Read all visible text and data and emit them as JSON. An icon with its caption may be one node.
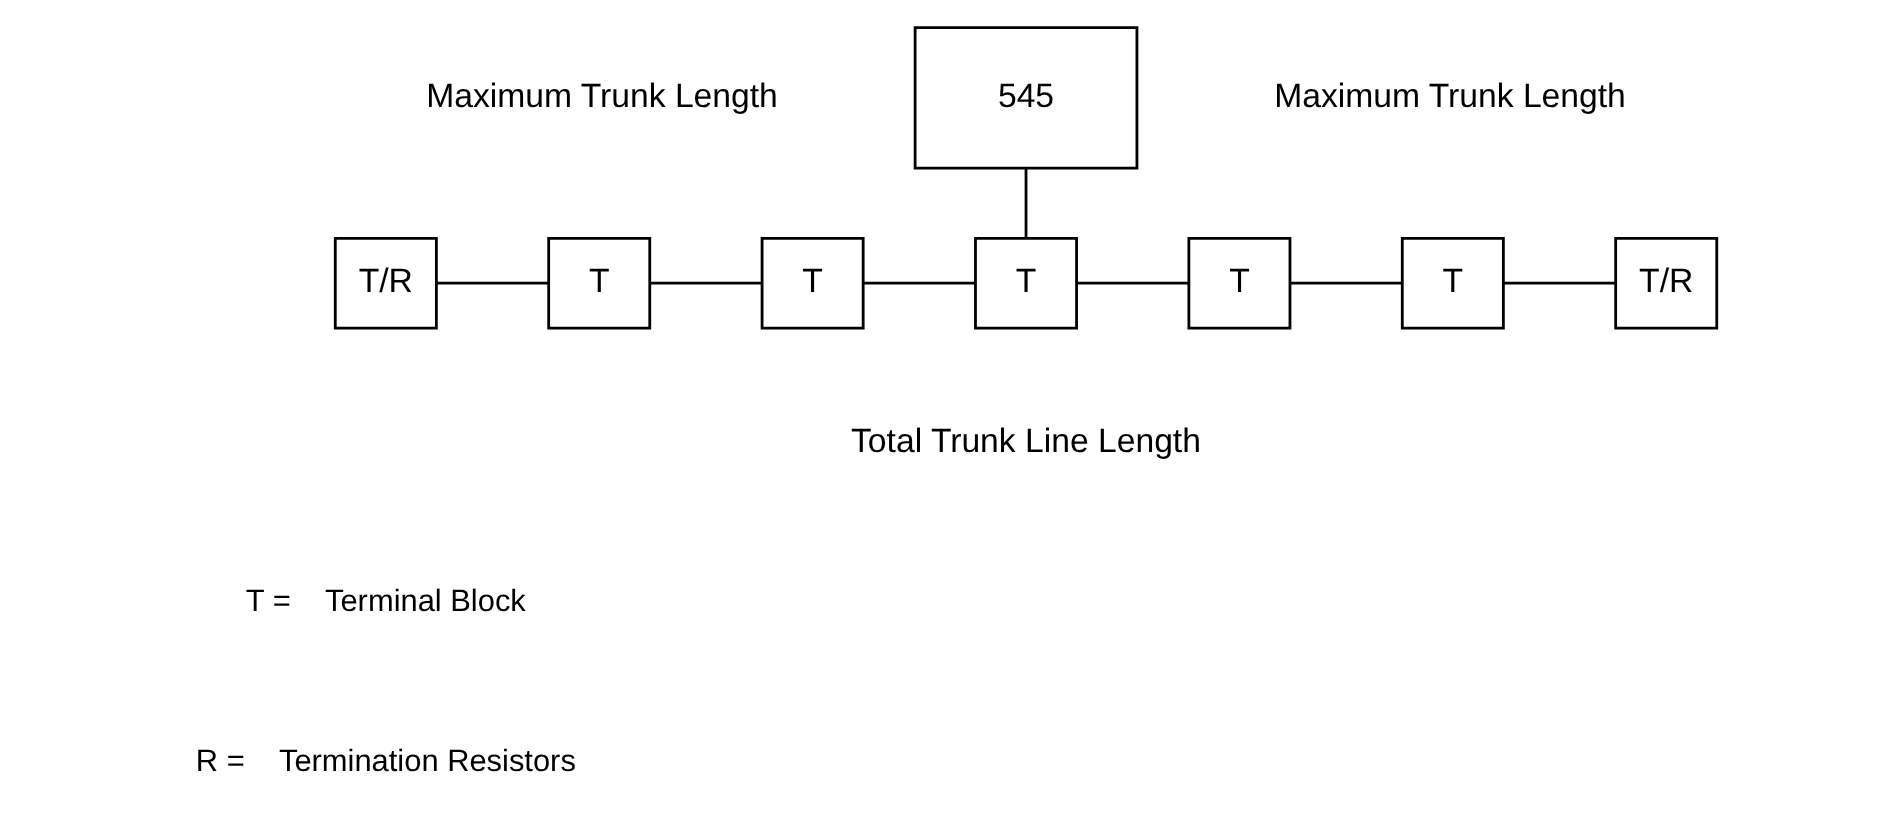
{
  "diagram": {
    "nodes": [
      {
        "text": [
          "545"
        ]
      },
      {
        "text": [
          "T/R"
        ]
      },
      {
        "text": [
          "T"
        ]
      },
      {
        "text": [
          "T"
        ]
      },
      {
        "text": [
          "T"
        ]
      },
      {
        "text": [
          "T"
        ]
      },
      {
        "text": [
          "T"
        ]
      },
      {
        "text": [
          "T/R"
        ]
      }
    ],
    "edges": [
      {
        "from": 0,
        "to": 4,
        "arrow": "none"
      },
      {
        "from": 1,
        "to": 2,
        "arrow": "none"
      },
      {
        "from": 2,
        "to": 3,
        "arrow": "none"
      },
      {
        "from": 3,
        "to": 4,
        "arrow": "none"
      },
      {
        "from": 4,
        "to": 5,
        "arrow": "none"
      },
      {
        "from": 5,
        "to": 6,
        "arrow": "none"
      },
      {
        "from": 6,
        "to": 7,
        "arrow": "none"
      }
    ],
    "labels": [
      "Maximum Trunk Length",
      "Maximum Trunk Length",
      "Total Trunk Line Length",
      "T =    Terminal Block",
      "R =    Termination Resistors"
    ]
  }
}
